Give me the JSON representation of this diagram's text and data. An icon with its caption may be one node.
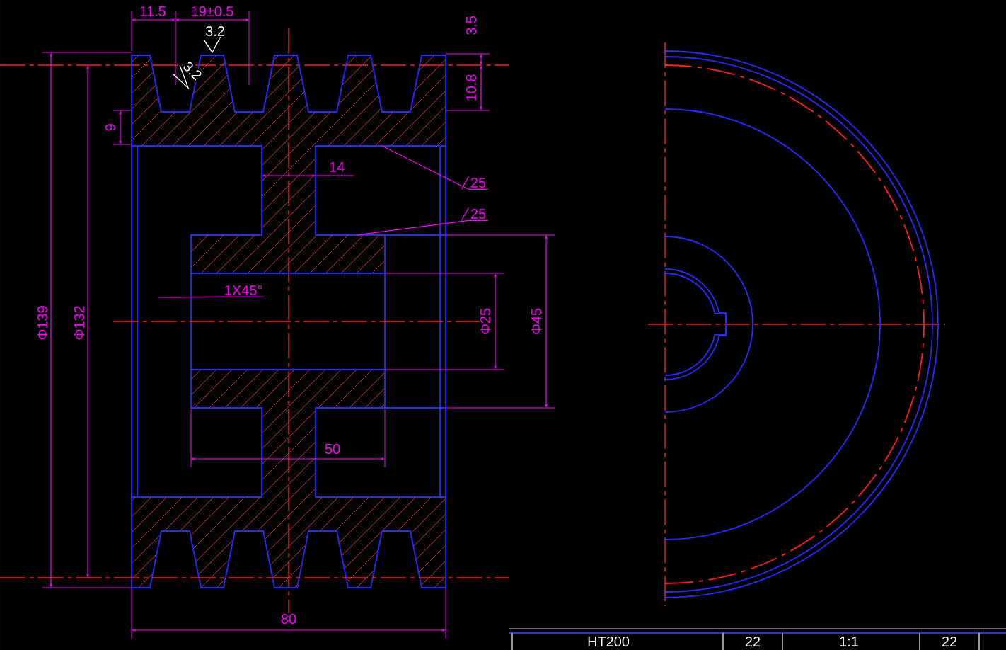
{
  "diagram": {
    "nodes": [
      {
        "text": [
          "25"
        ]
      },
      {
        "text": [
          "25"
        ]
      },
      {
        "text": [
          "1X45°"
        ]
      },
      {
        "text": [],
        "shape": "picture"
      }
    ],
    "edges": [
      {
        "from": 0,
        "to": 3,
        "arrow": "none"
      },
      {
        "from": 1,
        "to": 3,
        "arrow": "none"
      },
      {
        "from": 2,
        "to": null,
        "arrow": "none"
      }
    ],
    "labels": [
      "11.5",
      "19±0.5",
      "3.2",
      "3.5",
      "10.8",
      "3.2",
      "9",
      "14",
      "Φ139",
      "Φ132",
      "Φ25",
      "Φ45",
      "50",
      "80",
      "HT200",
      "22",
      "1:1",
      "22"
    ]
  }
}
